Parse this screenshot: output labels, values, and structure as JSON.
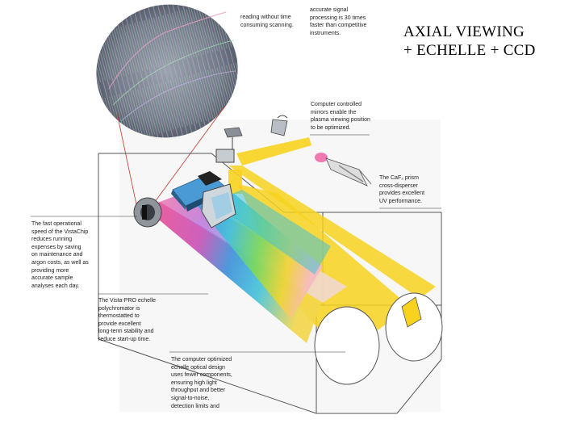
{
  "heading": {
    "line1": "AXIAL  VIEWING",
    "line2": "+ ECHELLE + CCD"
  },
  "callouts": {
    "readout": "reading without time\nconsuming scanning.",
    "processing": "accurate signal\nprocessing is 30 times\nfaster than competitive\ninstruments.",
    "mirrors": "Computer controlled\nmirrors enable the\nplasma viewing position\nto be optimized.",
    "prism": "The CaF₂ prism\ncross-disperser\nprovides excellent\nUV performance.",
    "vistachip": "The fast operational\nspeed of the VistaChip\nreduces running\nexpenses by saving\non maintenance and\nargon costs, as well as\nproviding more\naccurate sample\nanalyses each day.",
    "echelle": "The Vista-PRO echelle\npolychromator is\nthermostatted to\nprovide excellent\nlong-term stability and\nreduce start-up time.",
    "optical": "The computer optimized\nechelle optical design\nuses fewer components,\nensuring high light\nthroughput and better\nsignal-to-noise,\ndetection limits and"
  },
  "colors": {
    "beam_yellow": "#f7d21e",
    "spectrum_pink": "#ef4f8e",
    "spectrum_blue": "#3a8fd8",
    "spectrum_green": "#7ed957",
    "outline": "#555555"
  }
}
